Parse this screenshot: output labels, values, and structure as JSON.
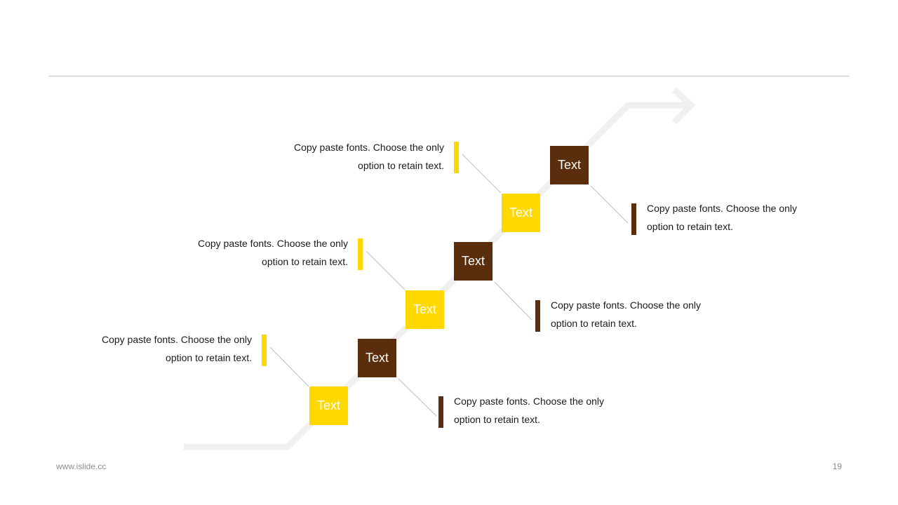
{
  "steps": [
    {
      "label": "Text",
      "color": "#ffd800",
      "note": {
        "line1": "Copy paste fonts. Choose the only",
        "line2": "option to retain text."
      }
    },
    {
      "label": "Text",
      "color": "#5a2d0c",
      "note": {
        "line1": "Copy paste fonts. Choose the only",
        "line2": "option to retain text."
      }
    },
    {
      "label": "Text",
      "color": "#ffd800",
      "note": {
        "line1": "Copy paste fonts. Choose the only",
        "line2": "option to retain text."
      }
    },
    {
      "label": "Text",
      "color": "#5a2d0c",
      "note": {
        "line1": "Copy paste fonts. Choose the only",
        "line2": "option to retain text."
      }
    },
    {
      "label": "Text",
      "color": "#ffd800",
      "note": {
        "line1": "Copy paste fonts. Choose the only",
        "line2": "option to retain text."
      }
    },
    {
      "label": "Text",
      "color": "#5a2d0c",
      "note": {
        "line1": "Copy paste fonts. Choose the only",
        "line2": "option to retain text."
      }
    }
  ],
  "footer": {
    "url": "www.islide.cc",
    "page": "19"
  },
  "colors": {
    "accent_yellow": "#ffd800",
    "accent_brown": "#5a2d0c",
    "arrow": "#f0f0f0"
  },
  "icons": {
    "arrow": "arrow-right-icon"
  }
}
